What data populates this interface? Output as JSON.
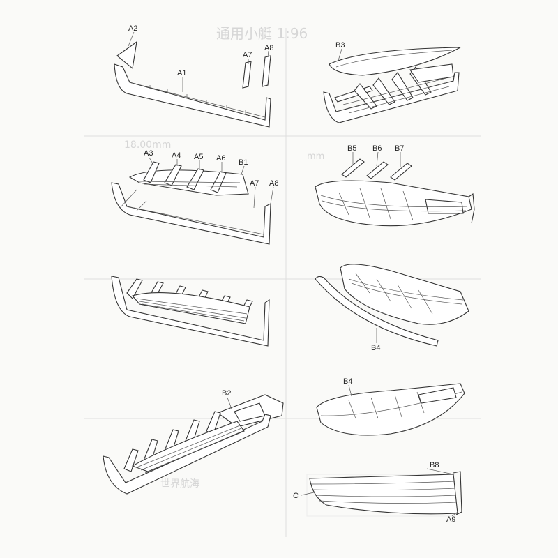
{
  "background_text": {
    "title": "通用小艇 1:96",
    "measure_1": "18.00mm",
    "measure_2": "mm"
  },
  "labels": {
    "a2": "A2",
    "a1": "A1",
    "a7": "A7",
    "a8": "A8",
    "b3": "B3",
    "a3": "A3",
    "a4": "A4",
    "a5": "A5",
    "a6": "A6",
    "b1": "B1",
    "a7b": "A7",
    "a8b": "A8",
    "b5": "B5",
    "b6": "B6",
    "b7": "B7",
    "b4": "B4",
    "b2": "B2",
    "b4b": "B4",
    "b8": "B8",
    "c": "C",
    "a9": "A9"
  }
}
